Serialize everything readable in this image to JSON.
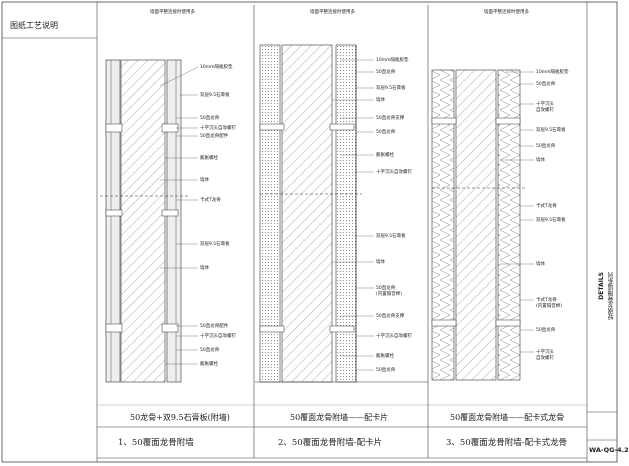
{
  "header": {
    "title": "图纸工艺说明"
  },
  "panels": [
    {
      "top_note": "墙面平整连接时使用多",
      "caption": "50龙骨+双9.5石膏板(附墙)",
      "title": "1、50覆面龙骨附墙",
      "labels": [
        "10mm隔板胶垫",
        "双层9.5石膏板",
        "50直龙骨",
        "十字沉头自攻螺钉",
        "50直龙骨配件",
        "膨胀螺栓",
        "墙体",
        "卡式T龙骨",
        "双层9.5石膏板",
        "墙体",
        "50直龙骨配件",
        "十字沉头自攻螺钉",
        "50直龙骨",
        "膨胀螺栓"
      ]
    },
    {
      "top_note": "墙面平整连接时使用多",
      "caption": "50覆面龙骨附墙——配卡片",
      "title": "2、50覆面龙骨附墙-配卡片",
      "labels": [
        "10mm隔板胶垫",
        "50直龙骨",
        "双层9.5石膏板",
        "墙体",
        "50直龙骨支撑",
        "50直龙骨",
        "膨胀螺栓",
        "十字沉头自攻螺钉",
        "双层9.5石膏板",
        "墙体",
        "50直龙骨",
        "(内置隔音棉)",
        "50直龙骨支撑",
        "十字沉头自攻螺钉",
        "膨胀螺栓",
        "50直龙骨"
      ]
    },
    {
      "top_note": "墙面平整连接时使用多",
      "caption": "50覆面龙骨附墙——配卡式龙骨",
      "title": "3、50覆面龙骨附墙-配卡式龙骨",
      "labels": [
        "10mm隔板胶垫",
        "50直龙骨",
        "十字沉头",
        "自攻螺钉",
        "双层9.5石膏板",
        "50直龙骨",
        "墙体",
        "卡式T龙骨",
        "双层9.5石膏板",
        "墙体",
        "卡式T龙骨",
        "(内置隔音棉)",
        "50直龙骨",
        "十字沉头",
        "自攻螺钉"
      ]
    }
  ],
  "sidebar": {
    "title": "轻钢龙骨隔墙系列",
    "sub": "DETAILS",
    "code": "WA-QG-4.2"
  },
  "colors": {
    "line": "#333333",
    "hatch": "#777777",
    "fill": "#e6e6e6"
  }
}
